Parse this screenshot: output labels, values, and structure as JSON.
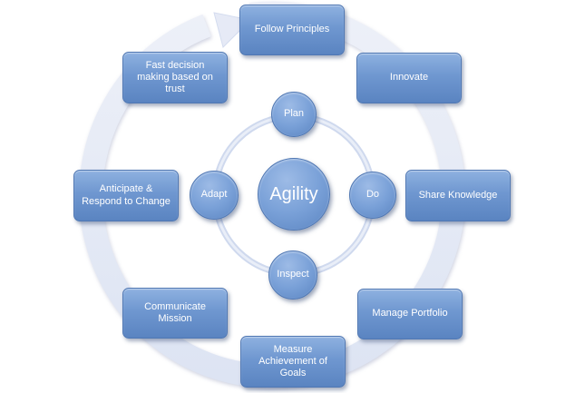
{
  "center": {
    "label": "Agility"
  },
  "cycle": [
    {
      "key": "plan",
      "label": "Plan"
    },
    {
      "key": "do",
      "label": "Do"
    },
    {
      "key": "inspect",
      "label": "Inspect"
    },
    {
      "key": "adapt",
      "label": "Adapt"
    }
  ],
  "principles": [
    {
      "key": "follow-principles",
      "label": "Follow Principles"
    },
    {
      "key": "innovate",
      "label": "Innovate"
    },
    {
      "key": "share-knowledge",
      "label": "Share Knowledge"
    },
    {
      "key": "manage-portfolio",
      "label": "Manage Portfolio"
    },
    {
      "key": "measure-achievement",
      "label": "Measure Achievement of Goals"
    },
    {
      "key": "communicate-mission",
      "label": "Communicate Mission"
    },
    {
      "key": "anticipate-respond",
      "label": "Anticipate & Respond to Change"
    },
    {
      "key": "fast-decision",
      "label": "Fast decision making based on trust"
    }
  ],
  "colors": {
    "node_fill": "#6f97d0",
    "node_border": "#4f77b3",
    "outer_arrow": "#e3e8f5",
    "inner_ring": "#ccd7ee",
    "text": "#ffffff"
  }
}
